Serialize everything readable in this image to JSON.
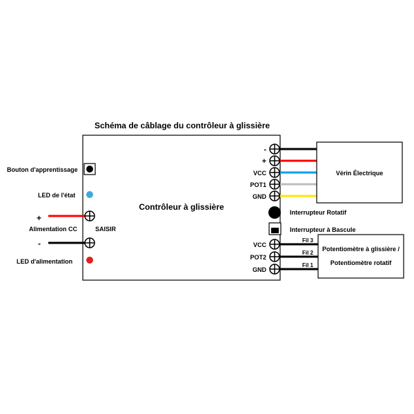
{
  "title": "Schéma de câblage du contrôleur à glissière",
  "controller": {
    "label": "Contrôleur à glissière",
    "saisir": "SAISIR"
  },
  "left": {
    "learn_button": "Bouton d'apprentissage",
    "status_led": "LED de l'état",
    "dc_power": "Alimentation CC",
    "power_led": "LED d'alimentation",
    "plus": "+",
    "minus": "-"
  },
  "actuator_terminals": [
    {
      "label": "-",
      "wire_color": "#000000"
    },
    {
      "label": "+",
      "wire_color": "#ff0000"
    },
    {
      "label": "VCC",
      "wire_color": "#00a0e8"
    },
    {
      "label": "POT1",
      "wire_color": "#bdbdbd"
    },
    {
      "label": "GND",
      "wire_color": "#ffe600"
    }
  ],
  "actuator_box": "Vérin Électrique",
  "rotary_switch": "Interrupteur Rotatif",
  "toggle_switch": "Interrupteur à Bascule",
  "pot_terminals": [
    {
      "label": "VCC",
      "wire": "Fil 3"
    },
    {
      "label": "POT2",
      "wire": "Fil 2"
    },
    {
      "label": "GND",
      "wire": "Fil 1"
    }
  ],
  "pot_box": {
    "line1": "Potentiomètre à glissière /",
    "line2": "Potentiomètre rotatif"
  },
  "colors": {
    "status_led": "#3fa8e0",
    "power_led": "#e02020",
    "plus_wire": "#ff0000"
  }
}
